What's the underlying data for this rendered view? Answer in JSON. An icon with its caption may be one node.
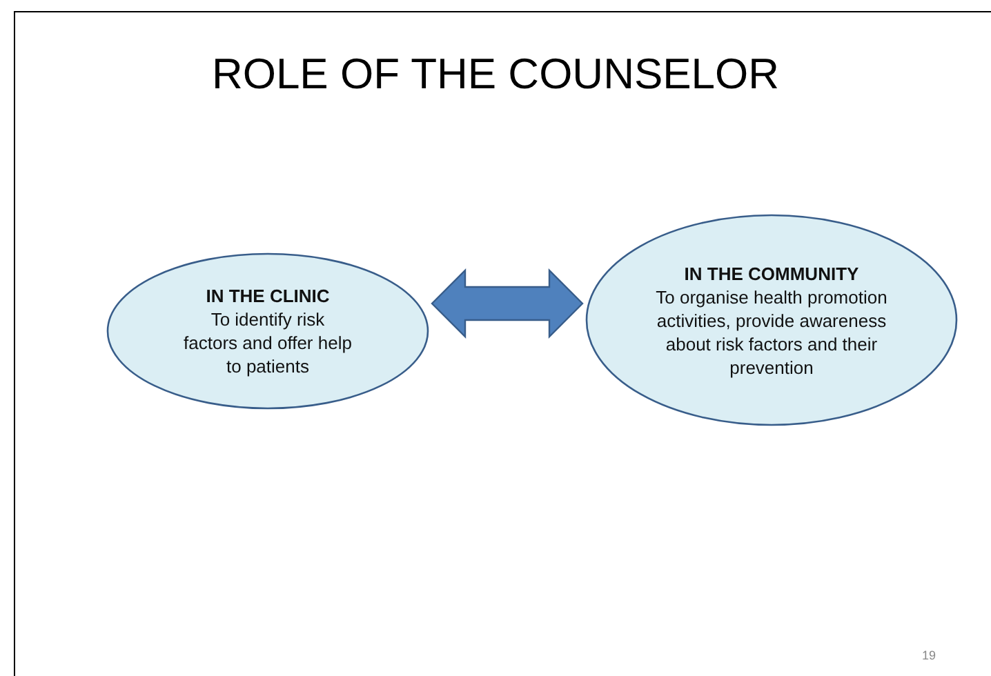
{
  "diagram": {
    "title": "ROLE OF THE COUNSELOR",
    "nodes": [
      {
        "text": [
          "IN THE CLINIC",
          "To identify risk factors and offer help  to patients"
        ]
      },
      {
        "text": [
          "IN THE COMMUNITY",
          "To organise health promotion activities, provide awareness about risk factors and their prevention"
        ]
      }
    ],
    "edges": [
      {
        "from": 0,
        "to": 1,
        "arrow": "both"
      }
    ],
    "labels": [
      "19"
    ]
  }
}
